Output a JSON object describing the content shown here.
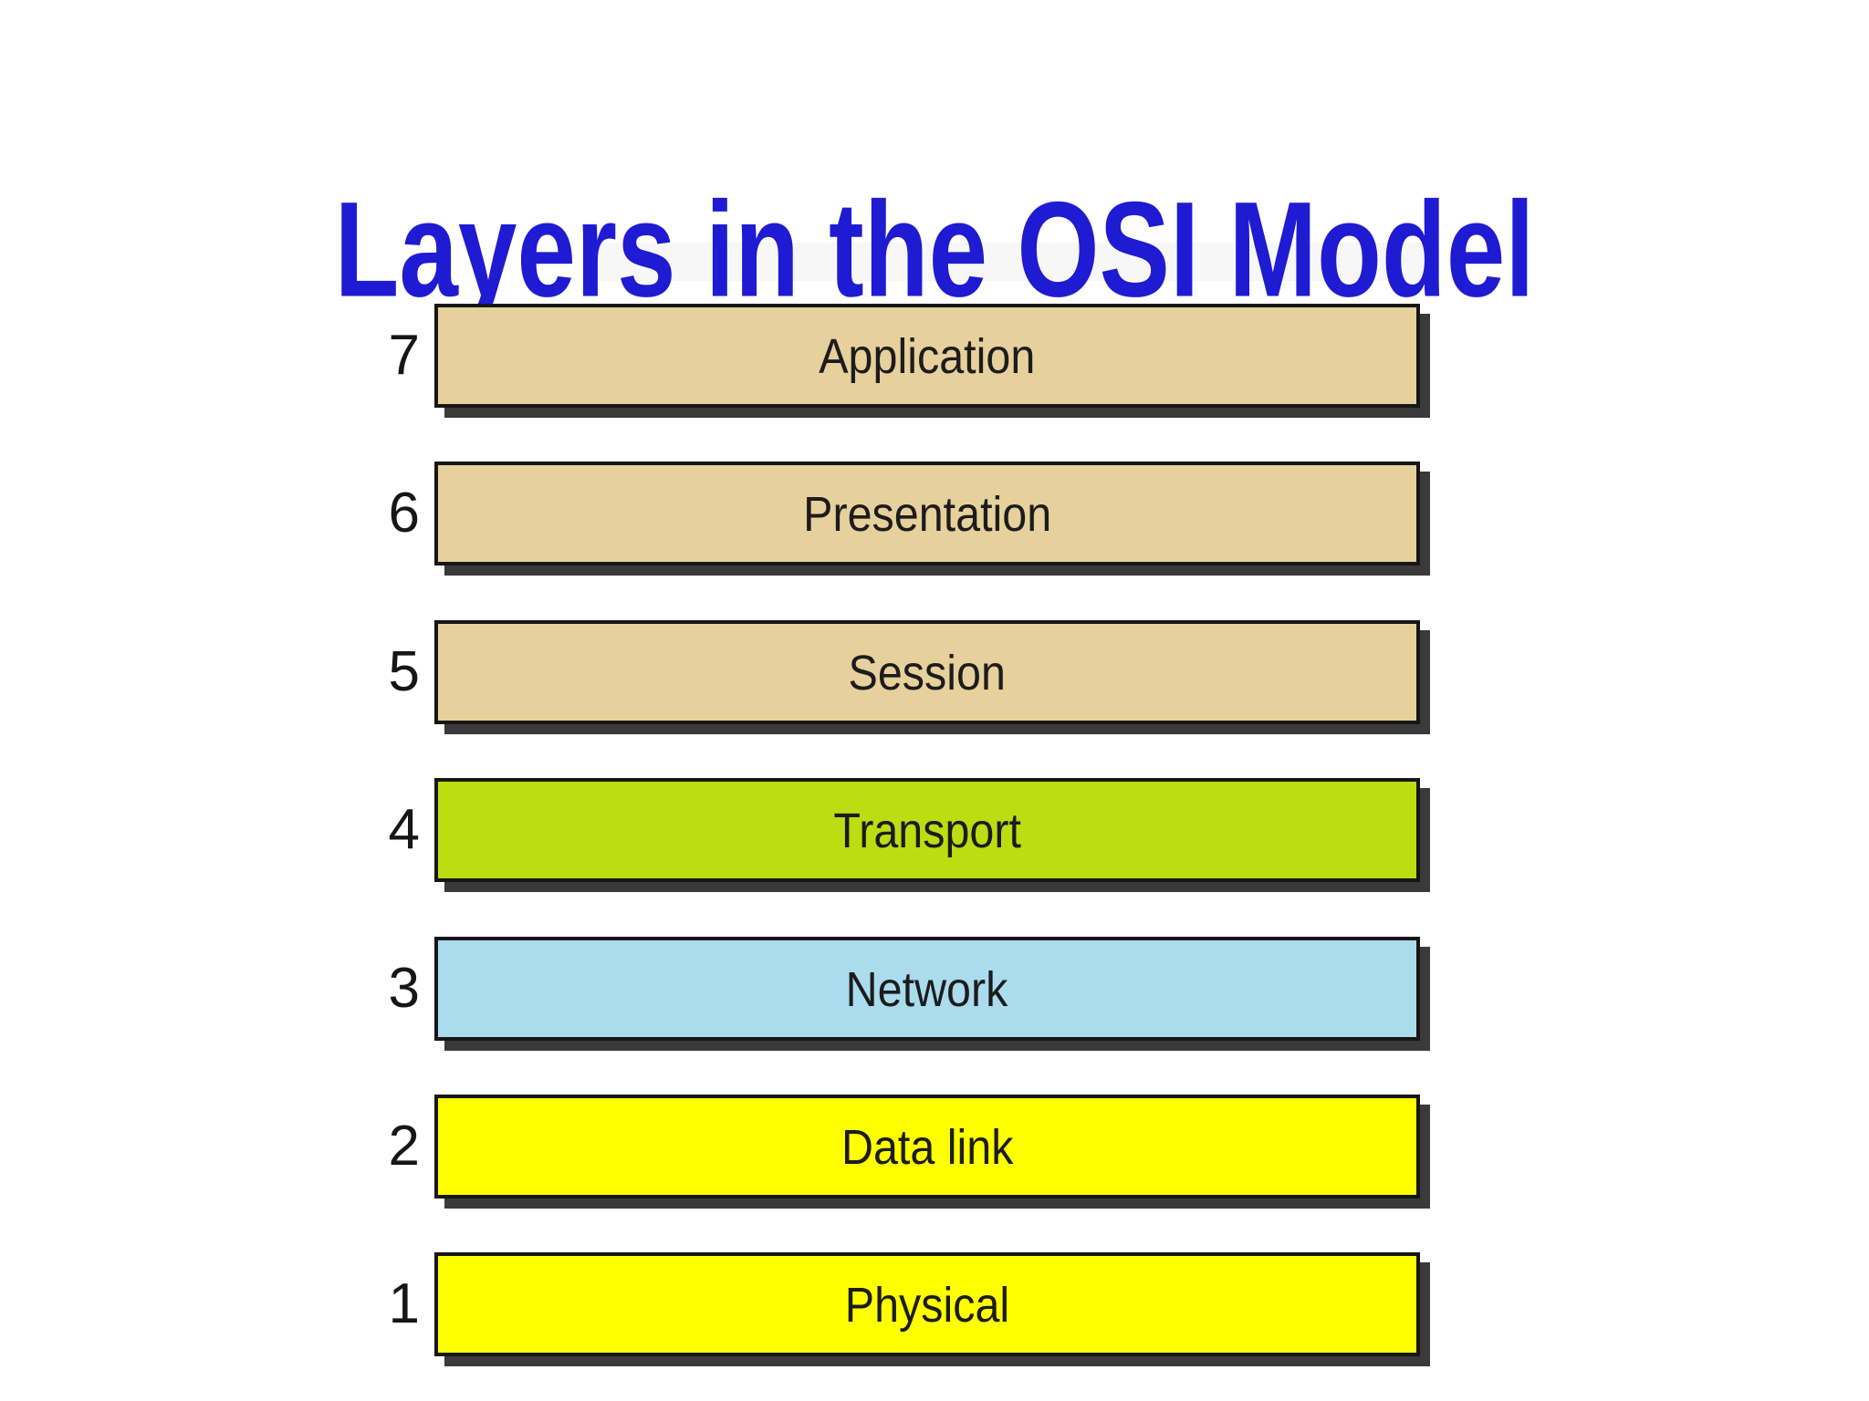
{
  "title": {
    "text": "Layers in the OSI Model",
    "color": "#1e1bd2"
  },
  "layers": [
    {
      "number": "7",
      "label": "Application",
      "fill": "#e6d09c"
    },
    {
      "number": "6",
      "label": "Presentation",
      "fill": "#e6d09c"
    },
    {
      "number": "5",
      "label": "Session",
      "fill": "#e6d09c"
    },
    {
      "number": "4",
      "label": "Transport",
      "fill": "#bcdd12"
    },
    {
      "number": "3",
      "label": "Network",
      "fill": "#aadcee"
    },
    {
      "number": "2",
      "label": "Data link",
      "fill": "#ffff00"
    },
    {
      "number": "1",
      "label": "Physical",
      "fill": "#ffff00"
    }
  ],
  "styles": {
    "background": "#ffffff",
    "band_color": "#f7f7f7",
    "border_color": "#161616",
    "shadow_color": "#3a3a3a",
    "label_color": "#1c1c1c",
    "number_color": "#161616"
  }
}
